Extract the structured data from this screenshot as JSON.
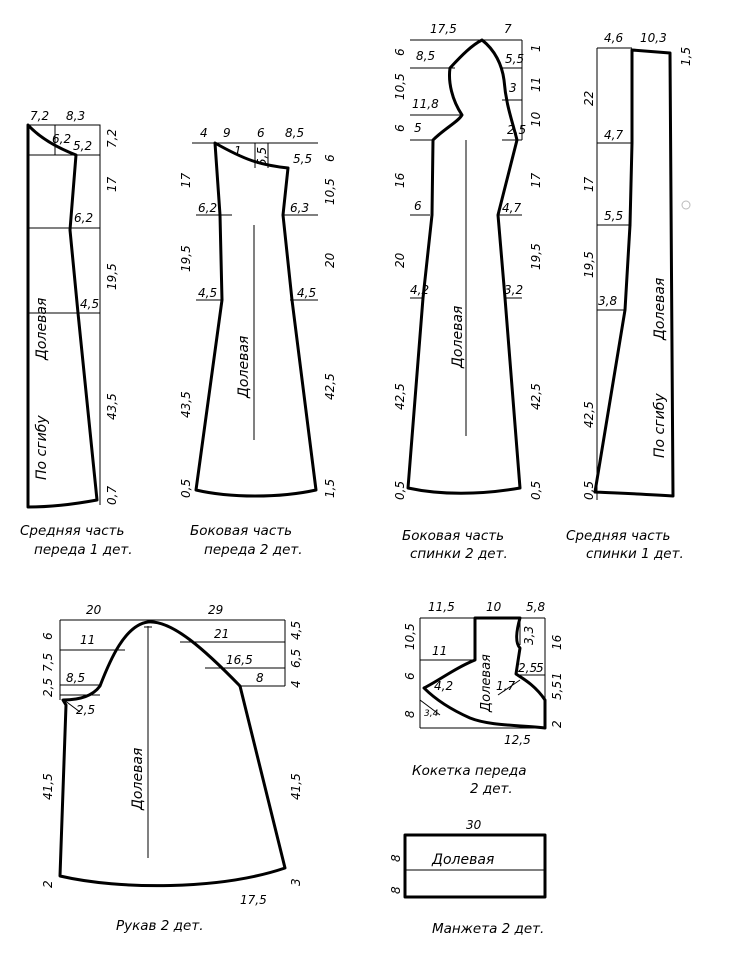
{
  "pieces": {
    "front_center": {
      "caption_line1": "Средняя часть",
      "caption_line2": "переда 1 дет.",
      "grain": "Долевая",
      "fold": "По сгибу",
      "dims": [
        "7,2",
        "8,3",
        "6,2",
        "5,2",
        "7,2",
        "17",
        "6,2",
        "19,5",
        "4,5",
        "43,5",
        "0,7"
      ]
    },
    "front_side": {
      "caption_line1": "Боковая часть",
      "caption_line2": "переда 2 дет.",
      "grain": "Долевая",
      "dims": [
        "4",
        "9",
        "6",
        "8,5",
        "1",
        "5,5",
        "5,5",
        "6",
        "17",
        "10,5",
        "6,2",
        "6,3",
        "19,5",
        "20",
        "4,5",
        "4,5",
        "43,5",
        "42,5",
        "0,5",
        "1,5"
      ]
    },
    "back_side": {
      "caption_line1": "Боковая часть",
      "caption_line2": "спинки 2 дет.",
      "grain": "Долевая",
      "dims": [
        "17,5",
        "7",
        "6",
        "8,5",
        "5,5",
        "1",
        "10,5",
        "3",
        "11",
        "11,8",
        "6",
        "5",
        "2,5",
        "10",
        "16",
        "17",
        "6",
        "4,7",
        "20",
        "19,5",
        "4,2",
        "3,2",
        "42,5",
        "42,5",
        "0,5",
        "0,5"
      ]
    },
    "back_center": {
      "caption_line1": "Средняя часть",
      "caption_line2": "спинки 1 дет.",
      "grain": "Долевая",
      "fold": "По сгибу",
      "dims": [
        "4,6",
        "10,3",
        "1,5",
        "22",
        "4,7",
        "17",
        "5,5",
        "19,5",
        "3,8",
        "42,5",
        "0,5"
      ]
    },
    "sleeve": {
      "caption": "Рукав 2 дет.",
      "grain": "Долевая",
      "dims": [
        "20",
        "29",
        "6",
        "4,5",
        "11",
        "21",
        "7,5",
        "6,5",
        "16,5",
        "2,5",
        "8,5",
        "8",
        "4",
        "2,5",
        "41,5",
        "41,5",
        "2",
        "3",
        "17,5"
      ]
    },
    "yoke": {
      "caption_line1": "Кокетка переда",
      "caption_line2": "2 дет.",
      "grain": "Долевая",
      "dims": [
        "11,5",
        "10",
        "5,8",
        "10,5",
        "3,3",
        "16",
        "11",
        "2,5",
        "5",
        "6",
        "4,2",
        "1,7",
        "5,5",
        "1",
        "8",
        "3,4",
        "2",
        "12,5"
      ]
    },
    "cuff": {
      "caption": "Манжета 2 дет.",
      "grain": "Долевая",
      "dims": [
        "30",
        "8",
        "8"
      ]
    }
  }
}
